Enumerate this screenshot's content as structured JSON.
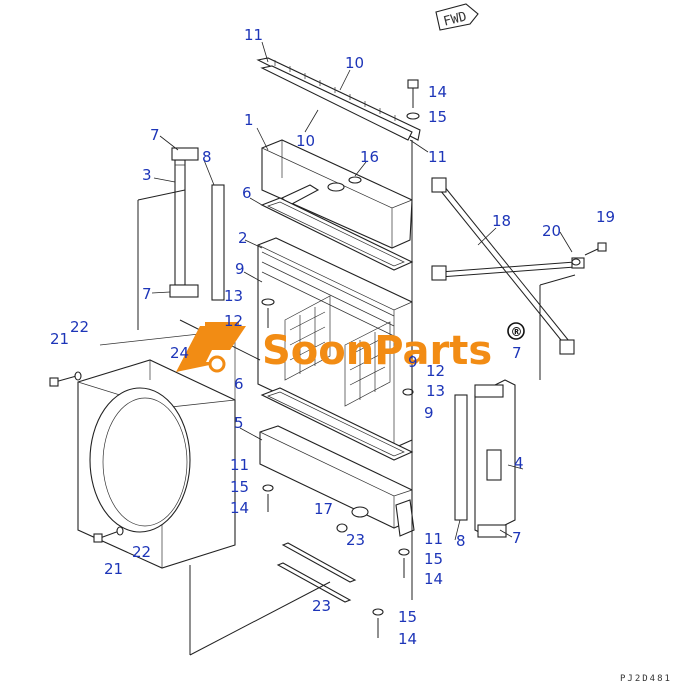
{
  "diagram": {
    "direction_label": "FWD",
    "drawing_code": "PJ2D481",
    "watermark": {
      "brand": "SoonParts",
      "mark": "®",
      "color": "#f28c14"
    },
    "callout_color": "#1d35b8",
    "callouts": [
      {
        "id": "c11a",
        "label": "11"
      },
      {
        "id": "c10a",
        "label": "10"
      },
      {
        "id": "c10b",
        "label": "10"
      },
      {
        "id": "c11b",
        "label": "11"
      },
      {
        "id": "c14a",
        "label": "14"
      },
      {
        "id": "c15a",
        "label": "15"
      },
      {
        "id": "c1",
        "label": "1"
      },
      {
        "id": "c16",
        "label": "16"
      },
      {
        "id": "c7a",
        "label": "7"
      },
      {
        "id": "c8a",
        "label": "8"
      },
      {
        "id": "c3",
        "label": "3"
      },
      {
        "id": "c6a",
        "label": "6"
      },
      {
        "id": "c18",
        "label": "18"
      },
      {
        "id": "c19",
        "label": "19"
      },
      {
        "id": "c20",
        "label": "20"
      },
      {
        "id": "c2",
        "label": "2"
      },
      {
        "id": "c9a",
        "label": "9"
      },
      {
        "id": "c7b",
        "label": "7"
      },
      {
        "id": "c13a",
        "label": "13"
      },
      {
        "id": "c12a",
        "label": "12"
      },
      {
        "id": "c21a",
        "label": "21"
      },
      {
        "id": "c22a",
        "label": "22"
      },
      {
        "id": "c24",
        "label": "24"
      },
      {
        "id": "c9b",
        "label": "9"
      },
      {
        "id": "c7c",
        "label": "7"
      },
      {
        "id": "c12b",
        "label": "12"
      },
      {
        "id": "c6b",
        "label": "6"
      },
      {
        "id": "c13b",
        "label": "13"
      },
      {
        "id": "c9c",
        "label": "9"
      },
      {
        "id": "c5",
        "label": "5"
      },
      {
        "id": "c4",
        "label": "4"
      },
      {
        "id": "c11c",
        "label": "11"
      },
      {
        "id": "c15b",
        "label": "15"
      },
      {
        "id": "c14b",
        "label": "14"
      },
      {
        "id": "c17",
        "label": "17"
      },
      {
        "id": "c11d",
        "label": "11"
      },
      {
        "id": "c8b",
        "label": "8"
      },
      {
        "id": "c7d",
        "label": "7"
      },
      {
        "id": "c23a",
        "label": "23"
      },
      {
        "id": "c15c",
        "label": "15"
      },
      {
        "id": "c22b",
        "label": "22"
      },
      {
        "id": "c21b",
        "label": "21"
      },
      {
        "id": "c14c",
        "label": "14"
      },
      {
        "id": "c23b",
        "label": "23"
      },
      {
        "id": "c15d",
        "label": "15"
      },
      {
        "id": "c14d",
        "label": "14"
      }
    ]
  }
}
